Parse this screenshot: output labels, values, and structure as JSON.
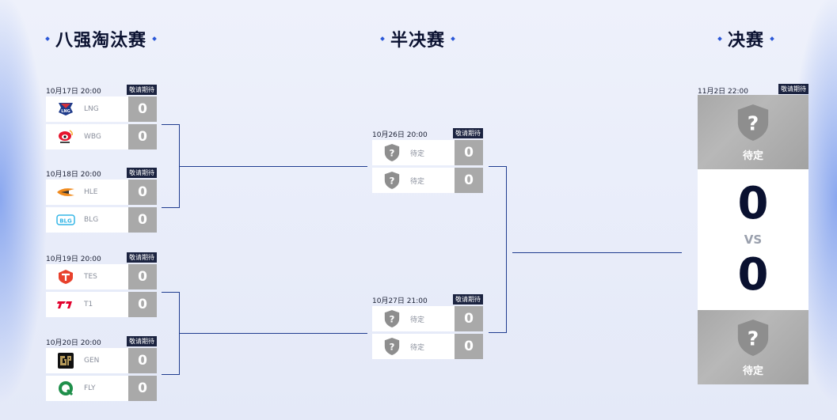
{
  "stages": {
    "quarterfinal": "八强淘汰赛",
    "semifinal": "半决赛",
    "final": "决赛"
  },
  "badge": "敬请期待",
  "quarterfinals": [
    {
      "time": "10月17日 20:00",
      "teams": [
        {
          "name": "LNG",
          "score": "0",
          "logo": "lng-logo"
        },
        {
          "name": "WBG",
          "score": "0",
          "logo": "wbg-logo"
        }
      ]
    },
    {
      "time": "10月18日 20:00",
      "teams": [
        {
          "name": "HLE",
          "score": "0",
          "logo": "hle-logo"
        },
        {
          "name": "BLG",
          "score": "0",
          "logo": "blg-logo"
        }
      ]
    },
    {
      "time": "10月19日 20:00",
      "teams": [
        {
          "name": "TES",
          "score": "0",
          "logo": "tes-logo"
        },
        {
          "name": "T1",
          "score": "0",
          "logo": "t1-logo"
        }
      ]
    },
    {
      "time": "10月20日 20:00",
      "teams": [
        {
          "name": "GEN",
          "score": "0",
          "logo": "gen-logo"
        },
        {
          "name": "FLY",
          "score": "0",
          "logo": "fly-logo"
        }
      ]
    }
  ],
  "semifinals": [
    {
      "time": "10月26日 20:00",
      "teams": [
        {
          "name": "待定",
          "score": "0",
          "logo": "tbd-shield-icon"
        },
        {
          "name": "待定",
          "score": "0",
          "logo": "tbd-shield-icon"
        }
      ]
    },
    {
      "time": "10月27日 21:00",
      "teams": [
        {
          "name": "待定",
          "score": "0",
          "logo": "tbd-shield-icon"
        },
        {
          "name": "待定",
          "score": "0",
          "logo": "tbd-shield-icon"
        }
      ]
    }
  ],
  "final": {
    "time": "11月2日 22:00",
    "team_a": {
      "name": "待定",
      "score": "0"
    },
    "team_b": {
      "name": "待定",
      "score": "0"
    },
    "vs": "VS"
  },
  "colors": {
    "connector": "#1f3c8f",
    "title": "#0a1130",
    "score_bg": "#a9a9a9",
    "badge_bg": "#1b2340"
  }
}
